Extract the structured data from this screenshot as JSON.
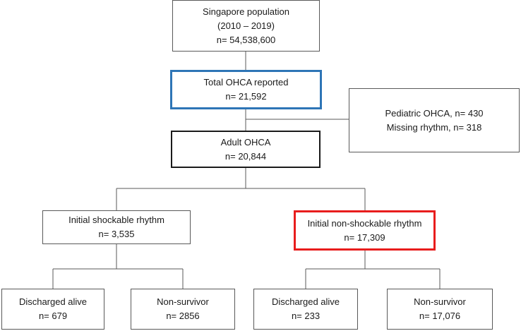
{
  "population": {
    "line1": "Singapore population",
    "line2": "(2010 – 2019)",
    "line3": "n= 54,538,600"
  },
  "total": {
    "line1": "Total OHCA reported",
    "line2": "n= 21,592",
    "border_color": "#2e75b6"
  },
  "excluded": {
    "line1": "Pediatric OHCA, n= 430",
    "line2": "Missing rhythm, n= 318"
  },
  "adult": {
    "line1": "Adult OHCA",
    "line2": "n= 20,844"
  },
  "shockable": {
    "line1": "Initial shockable rhythm",
    "line2": "n= 3,535"
  },
  "non_shockable": {
    "line1": "Initial non-shockable rhythm",
    "line2": "n= 17,309",
    "border_color": "#e81d1d"
  },
  "shock_alive": {
    "line1": "Discharged alive",
    "line2": "n= 679"
  },
  "shock_dead": {
    "line1": "Non-survivor",
    "line2": "n= 2856"
  },
  "nonshock_alive": {
    "line1": "Discharged alive",
    "line2": "n= 233"
  },
  "nonshock_dead": {
    "line1": "Non-survivor",
    "line2": "n= 17,076"
  }
}
